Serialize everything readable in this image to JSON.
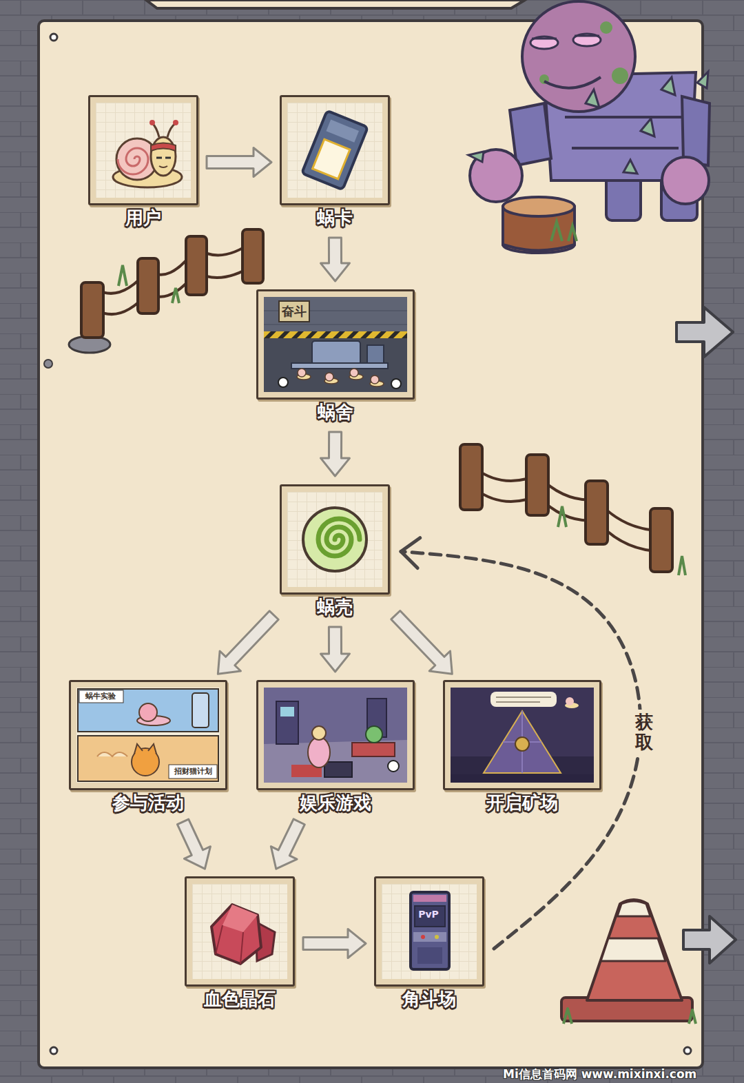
{
  "diagram": {
    "nodes": [
      {
        "text": [
          "用户"
        ]
      },
      {
        "text": [
          "蜗卡"
        ]
      },
      {
        "text": [
          "蜗舍"
        ]
      },
      {
        "text": [
          "蜗壳"
        ]
      },
      {
        "text": [
          "参与活动"
        ]
      },
      {
        "text": [
          "娱乐游戏"
        ]
      },
      {
        "text": [
          "开启矿场"
        ]
      },
      {
        "text": [
          "血色晶石"
        ]
      },
      {
        "text": [
          "角斗场"
        ]
      }
    ],
    "edges": [
      {
        "from": 0,
        "to": 1,
        "arrow": "to"
      },
      {
        "from": 1,
        "to": 2,
        "arrow": "to"
      },
      {
        "from": 2,
        "to": 3,
        "arrow": "to"
      },
      {
        "from": 3,
        "to": 4,
        "arrow": "to"
      },
      {
        "from": 3,
        "to": 5,
        "arrow": "to"
      },
      {
        "from": 3,
        "to": 6,
        "arrow": "to"
      },
      {
        "from": 4,
        "to": 7,
        "arrow": "to"
      },
      {
        "from": 5,
        "to": 7,
        "arrow": "to"
      },
      {
        "from": 7,
        "to": 8,
        "arrow": "to"
      },
      {
        "from": 8,
        "to": 3,
        "label": "获取",
        "arrow": "to"
      }
    ],
    "labels": [
      "奋斗",
      "蜗牛实验",
      "招财猫计划",
      "PvP",
      "Mi信息首码网 www.mixinxi.com"
    ]
  }
}
